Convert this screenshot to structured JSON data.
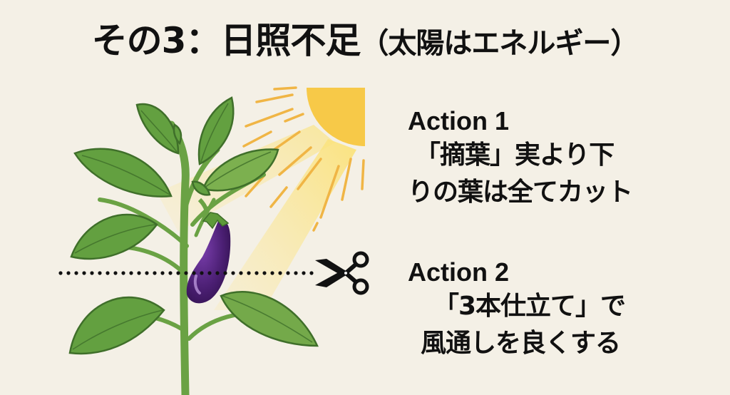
{
  "title": {
    "main": "その3：日照不足",
    "sub": "（太陽はエネルギー）"
  },
  "illustration": {
    "elements": [
      "sun-icon",
      "eggplant-plant",
      "eggplant-fruit",
      "dotted-cut-line",
      "scissors-icon"
    ],
    "colors": {
      "background": "#f4f0e6",
      "sun": "#f7c948",
      "sun_rays": "#f2b84b",
      "light_beam": "#fbe58a",
      "leaf": "#5f9b3e",
      "leaf_dark": "#3f6f2a",
      "stem": "#6aa244",
      "eggplant": "#4b1f73",
      "eggplant_highlight": "#9a6bc4",
      "scissors": "#111111"
    }
  },
  "actions": [
    {
      "label": "Action 1",
      "lines": [
        "「摘葉」実より下",
        "りの葉は全てカット"
      ]
    },
    {
      "label": "Action 2",
      "lines": [
        "「3本仕立て」で",
        "風通しを良くする"
      ]
    }
  ]
}
